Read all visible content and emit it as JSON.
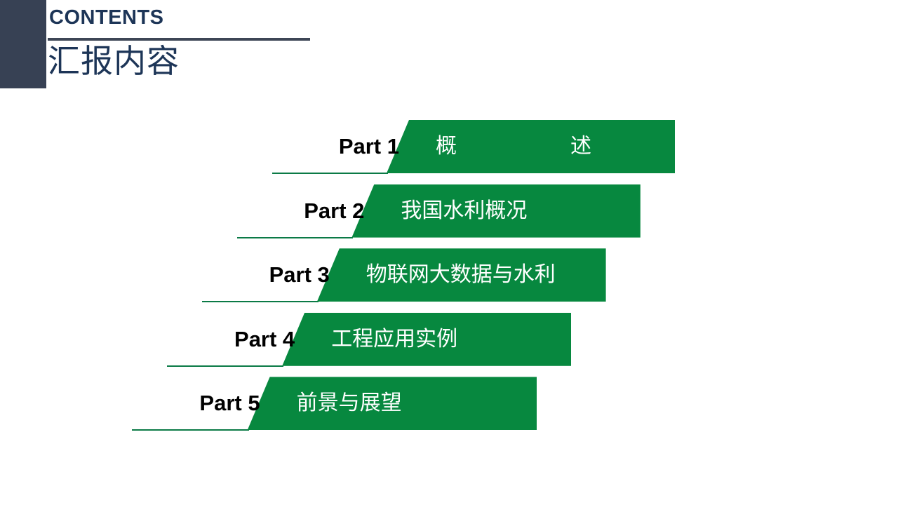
{
  "header": {
    "eyebrow": "CONTENTS",
    "title": "汇报内容",
    "accent_color": "#1d3557",
    "block_color": "#374154",
    "rule_color": "#3d4656"
  },
  "theme": {
    "bar_color": "#07883f",
    "underline_color": "#0b7a46",
    "bar_text_color": "#ffffff",
    "part_text_color": "#000000",
    "background": "#ffffff"
  },
  "contents": {
    "items": [
      {
        "part": "Part 1",
        "label": "概　　述",
        "letter_spacing": "34px"
      },
      {
        "part": "Part 2",
        "label": "我国水利概况",
        "letter_spacing": "0px"
      },
      {
        "part": "Part 3",
        "label": "物联网大数据与水利",
        "letter_spacing": "0px"
      },
      {
        "part": "Part 4",
        "label": "工程应用实例",
        "letter_spacing": "0px"
      },
      {
        "part": "Part 5",
        "label": "前景与展望",
        "letter_spacing": "0px"
      }
    ]
  }
}
